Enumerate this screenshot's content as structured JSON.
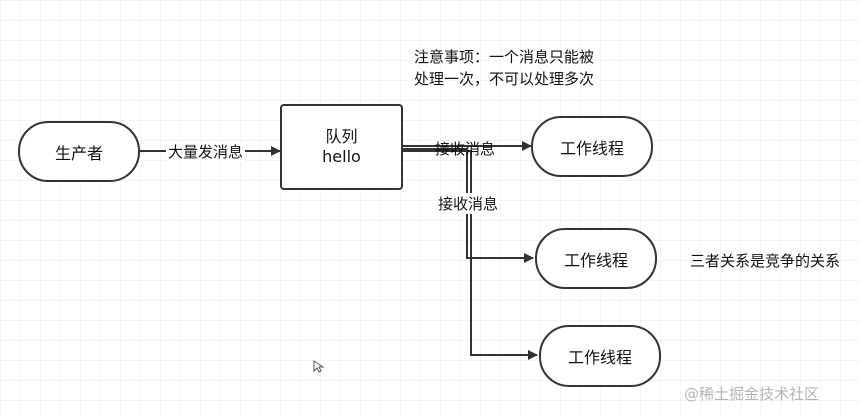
{
  "nodes": {
    "producer": "生产者",
    "queue_line1": "队列",
    "queue_line2": "hello",
    "worker1": "工作线程",
    "worker2": "工作线程",
    "worker3": "工作线程"
  },
  "edge_labels": {
    "send": "大量发消息",
    "receive1": "接收消息",
    "receive2": "接收消息"
  },
  "notes": {
    "top_line1": "注意事项：一个消息只能被",
    "top_line2": "处理一次，不可以处理多次",
    "right": "三者关系是竞争的关系"
  },
  "watermark": "@稀土掘金技术社区",
  "colors": {
    "stroke": "#333333",
    "text": "#111111",
    "watermark": "#b5b5b5"
  }
}
